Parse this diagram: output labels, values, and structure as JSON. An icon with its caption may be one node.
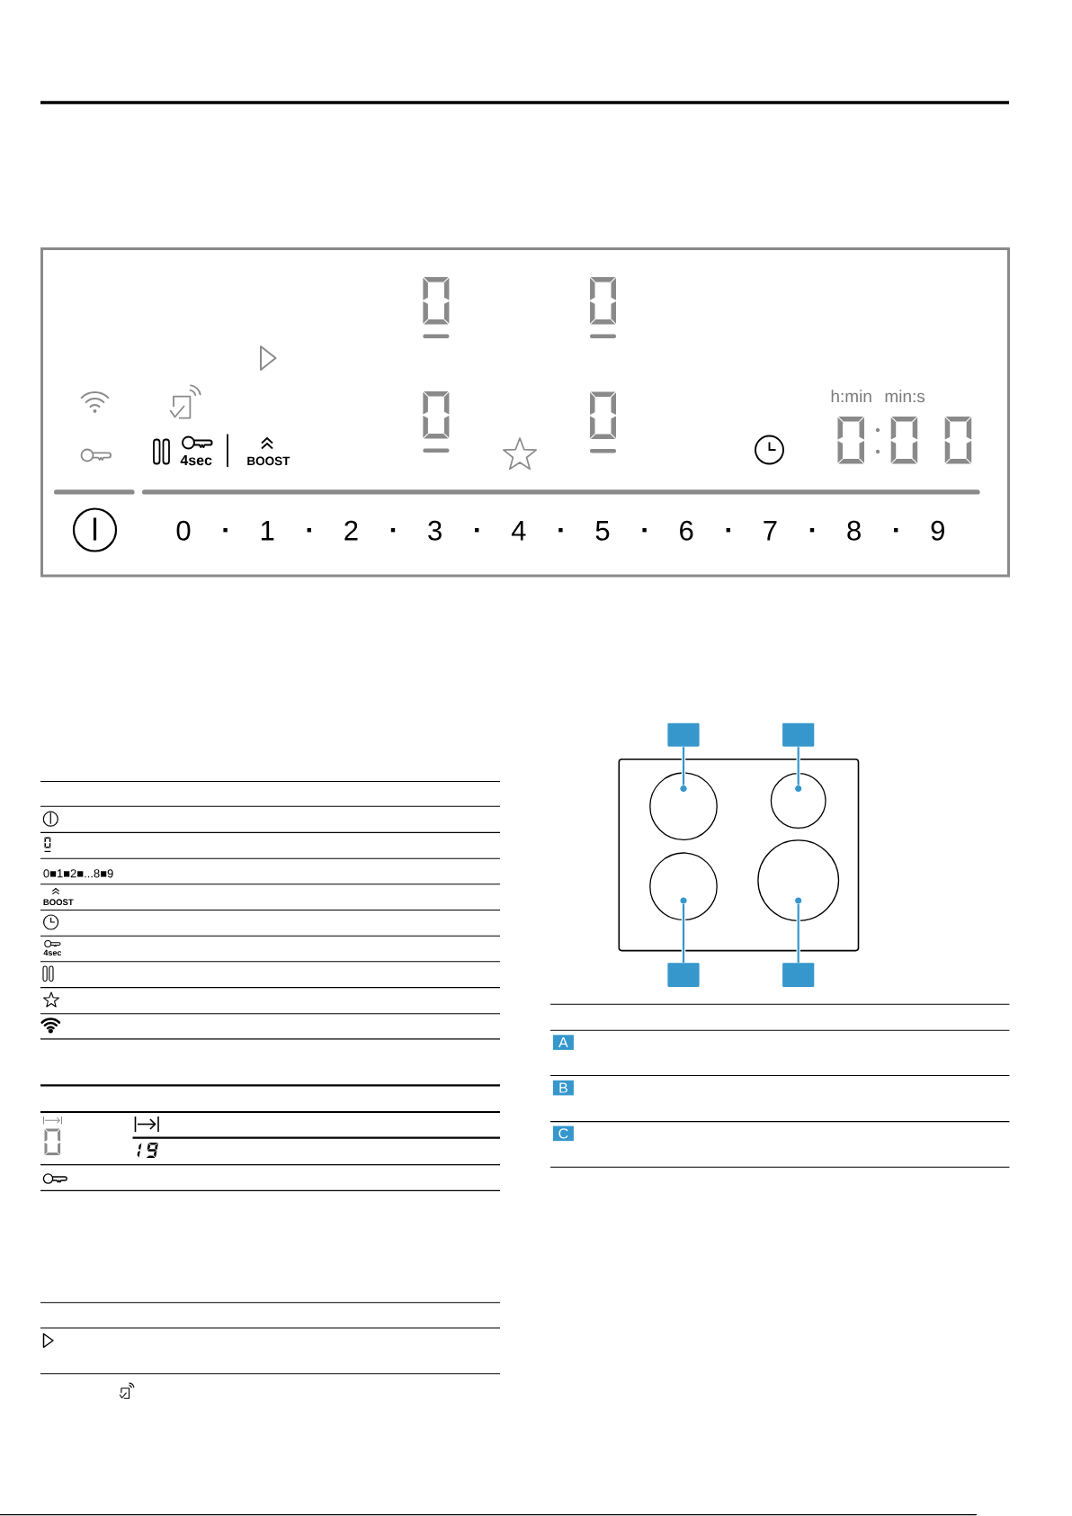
{
  "diagram": {
    "nodes": [
      {
        "text": [],
        "shape": "box"
      },
      {
        "text": [],
        "shape": "box"
      },
      {
        "text": [],
        "shape": "box"
      },
      {
        "text": [],
        "shape": "circle",
        "in": 2
      },
      {
        "text": [],
        "shape": "circle",
        "in": 3
      },
      {
        "text": [],
        "shape": "circle",
        "in": 2
      },
      {
        "text": [],
        "shape": "circle",
        "in": 5
      },
      {
        "text": [],
        "shape": "circle",
        "in": 2
      },
      {
        "text": [],
        "shape": "circle",
        "in": 7
      },
      {
        "text": [],
        "shape": "circle",
        "in": 2
      },
      {
        "text": [],
        "shape": "circle",
        "in": 9
      },
      {
        "text": [],
        "shape": "box"
      },
      {
        "text": [],
        "shape": "box"
      }
    ],
    "edges": [
      {
        "from": 0,
        "to": 4,
        "arrow": "none"
      },
      {
        "from": 1,
        "to": 6,
        "arrow": "none"
      },
      {
        "from": 11,
        "to": 8,
        "arrow": "none"
      },
      {
        "from": 12,
        "to": 10,
        "arrow": "none"
      }
    ],
    "labels": [
      "h:min",
      "min:s",
      "4sec",
      "BOOST",
      "0",
      "1",
      "2",
      "3",
      "4",
      "5",
      "6",
      "7",
      "8",
      "9",
      "0■1■2■...8■9",
      "BOOST",
      "4sec",
      "A",
      "B",
      "C"
    ]
  }
}
